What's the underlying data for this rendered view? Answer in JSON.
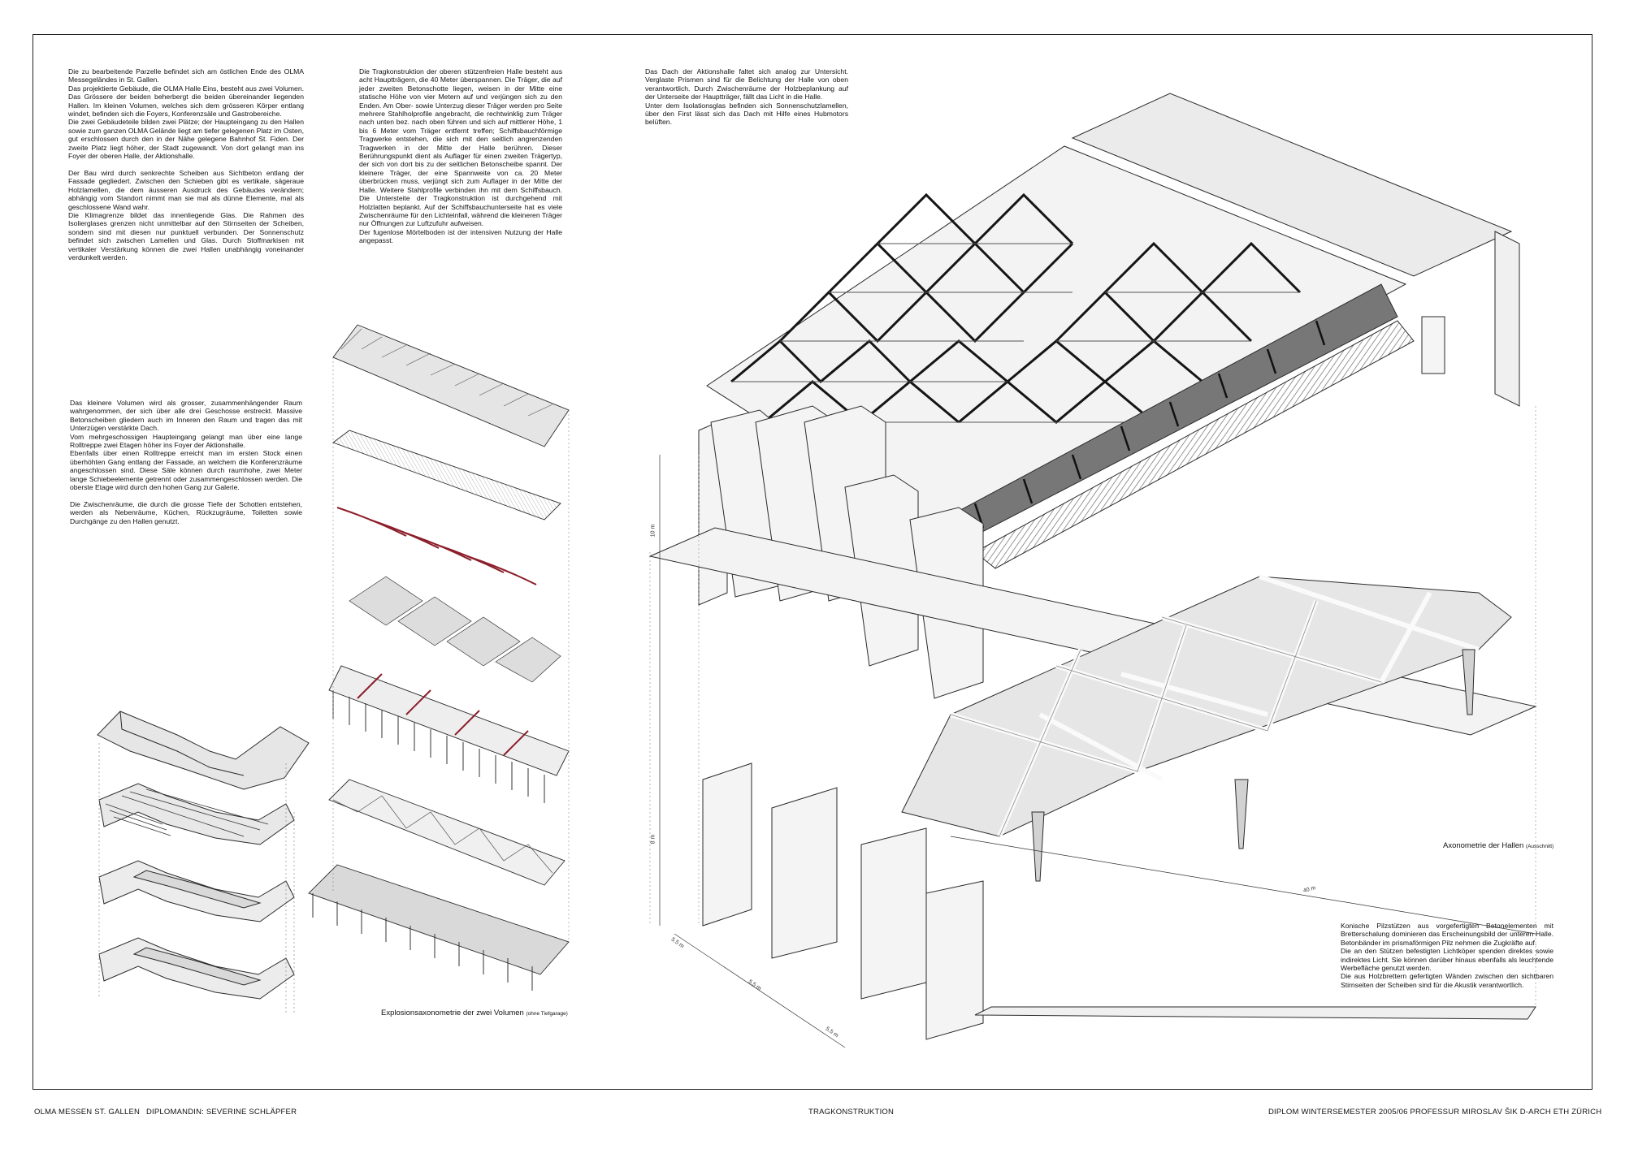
{
  "text_blocks": {
    "site_intro": "Die zu bearbeitende Parzelle befindet sich am östlichen Ende des OLMA Messegeländes in St. Gallen.\nDas projektierte Gebäude, die OLMA Halle Eins, besteht aus zwei Volumen. Das Grössere der beiden beherbergt die beiden übereinander liegenden Hallen. Im kleinen Volumen, welches sich dem grösseren Körper entlang windet, befinden sich die Foyers, Konferenzsäle und Gastrobereiche.\nDie zwei Gebäudeteile bilden zwei Plätze; der Haupteingang zu den Hallen sowie zum ganzen OLMA Gelände liegt am tiefer gelegenen Platz im Osten, gut erschlossen durch den in der Nähe gelegene Bahnhof St. Fiden. Der zweite Platz liegt höher, der Stadt zugewandt. Von dort gelangt man ins Foyer der oberen Halle, der Aktionshalle.\n\nDer Bau wird durch senkrechte Scheiben aus Sichtbeton entlang der Fassade gegliedert. Zwischen den Schieben gibt es vertikale, sägerauе Holzlamellen, die dem äusseren Ausdruck des Gebäudes verändern; abhängig vom Standort nimmt man sie mal als dünne Elemente, mal als geschlossene Wand wahr.\nDie Klimagrenze bildet das innenliegende Glas. Die Rahmen des Isolierglases grenzen nicht unmittelbar auf den Stirnseiten der Scheiben, sondern sind mit diesen nur punktuell verbunden. Der Sonnenschutz befindet sich zwischen Lamellen und Glas. Durch Stoffmarkisen mit vertikaler Verstärkung können die zwei Hallen unabhängig voneinander verdunkelt werden.",
    "structure": "Die Tragkonstruktion der oberen stützenfreien Halle besteht aus acht Hauptträgern, die 40 Meter überspannen. Die Träger, die auf jeder zweiten Betonschotte liegen, weisen in der Mitte eine statische Höhe von vier Metern auf und verjüngen sich zu den Enden. Am Ober- sowie Unterzug dieser Träger werden pro Seite mehrere Stahlholprofile angebracht, die rechtwinklig zum Träger nach unten bez. nach oben führen und sich auf mittlerer Höhe, 1 bis 6 Meter vom Träger entfernt treffen; Schiffsbauchförmige Tragwerke entstehen, die sich mit den seitlich angrenzenden Tragwerken in der Mitte der Halle berühren. Dieser Berührungspunkt dient als Auflager für einen zweiten Trägertyp, der sich von dort bis zu der seitlichen Betonscheibe spannt. Der kleinere Träger, der eine Spannweite von ca. 20 Meter überbrücken muss, verjüngt sich zum Auflager in der Mitte der Halle. Weitere Stahlprofile verbinden ihn mit dem Schiffsbauch. Die Untersteite der Tragkonstruktion ist durchgehend mit Holzlatten beplankt. Auf der Schiffsbauchunterseite hat es viele Zwischenräume für den Lichteinfall, während die kleineren Träger nur Öffnungen zur Luftzufuhr aufweisen.\nDer fugenlose Mörtelboden ist der intensiven Nutzung der Halle angepasst.",
    "roof": "Das Dach der Aktionshalle faltet sich analog zur Untersicht. Verglaste Prismen sind für die Belichtung der Halle von oben verantwortlich. Durch Zwischenräume der Holzbeplankung auf der Unterseite der Hauptträger, fällt das Licht in die Halle.\nUnter dem Isolationsglas befinden sich Sonnenschutzlamellen, über den First lässt sich das Dach mit Hilfe eines Hubmotors belüften.",
    "small_volume": "Das kleinere Volumen wird als grosser, zusammenhängender Raum wahrgenommen, der sich über alle drei Geschosse erstreckt. Massive Betonscheiben gliedern auch im Inneren den Raum und tragen das mit Unterzügen verstärkte Dach.\nVom mehrgeschossigen Haupteingang gelangt man über eine lange Rolltreppe zwei Etagen höher ins Foyer der Aktionshalle.\nEbenfalls über einen Rolltreppe erreicht man im ersten Stock einen überhöhten Gang entlang der Fassade, an welchem die Konferenzräume angeschlossen sind. Diese Säle können durch raumhohe, zwei Meter lange Schiebeelemente getrennt oder zusammengeschlossen werden. Die oberste Etage wird durch den hohen Gang zur Galerie.\n\nDie Zwischenräume, die durch die grosse Tiefe der Schotten entstehen, werden als Nebenräume, Küchen, Rückzugräume, Toiletten sowie Durchgänge zu den Hallen genutzt.",
    "columns": "Konische Pilzstützen aus vorgefertigten Betonelementen mit Bretterschalung dominieren das Erscheinungsbild der unteren Halle. Betonbänder im prismaförmigen Pilz nehmen die Zugkräfte auf.\nDie an den Stützen befestigten Lichtköper spenden direktes sowie indirektes Licht. Sie können darüber hinaus ebenfalls als leuchtende Werbefläche genutzt werden.\nDie aus Holzbrettern gefertigten Wänden zwischen den sichtbaren Stirnseiten der Scheiben sind für die Akustik verantwortlich."
  },
  "captions": {
    "explosion": "Explosionsaxonometrie der zwei Volumen",
    "explosion_note": "(ohne Tiefgarage)",
    "axonometry": "Axonometrie der Hallen",
    "axonometry_note": "(Ausschnitt)"
  },
  "dimensions": {
    "h_upper": "10 m",
    "h_lower": "8 m",
    "span": "40 m",
    "bay_1": "5.5 m",
    "bay_2": "5.5 m",
    "bay_3": "5.5 m"
  },
  "footer": {
    "project": "OLMA MESSEN  ST. GALLEN",
    "author": "DIPLOMANDIN:  SEVERINE SCHLÄPFER",
    "title": "TRAGKONSTRUKTION",
    "info": "DIPLOM WINTERSEMESTER  2005/06   PROFESSUR MIROSLAV ŠIK   D-ARCH ETH ZÜRICH"
  },
  "colors": {
    "line": "#2a2a2a",
    "light_fill": "#eeeeee",
    "mid_fill": "#d6d6d6",
    "dark_member": "#1a1a1a",
    "accent_red": "#8b1e2a"
  }
}
